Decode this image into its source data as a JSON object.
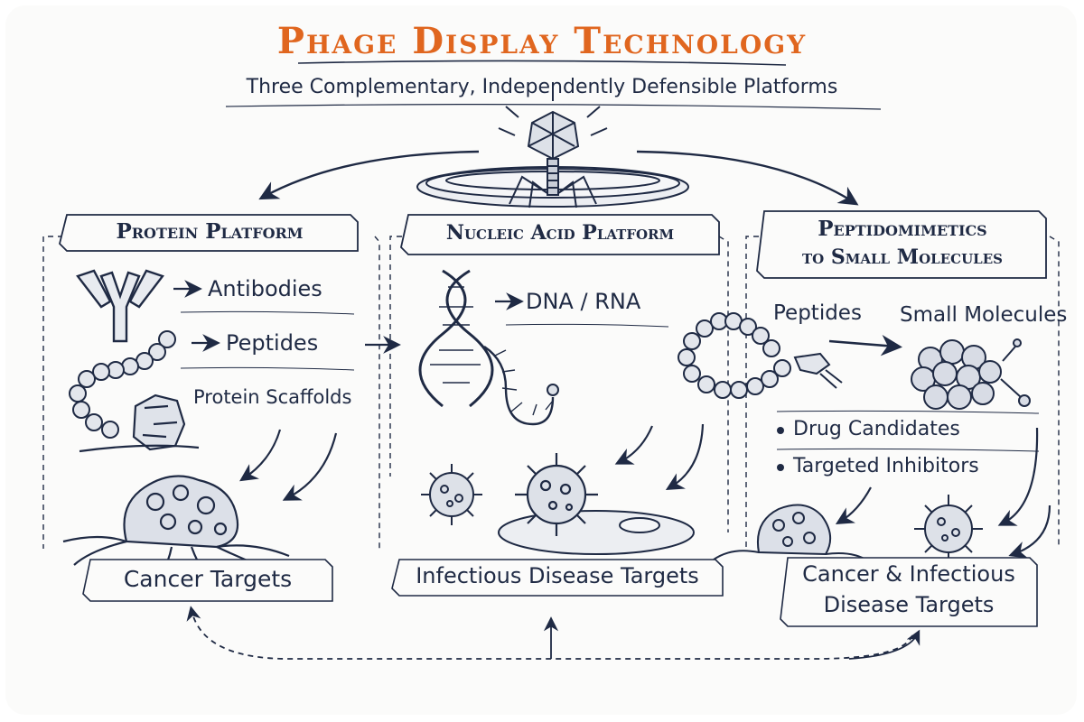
{
  "title": "Phage Display Technology",
  "subtitle": "Three Complementary, Independently Defensible Platforms",
  "platforms": [
    {
      "header": "Protein Platform",
      "items": [
        "Antibodies",
        "Peptides",
        "Protein Scaffolds"
      ],
      "target": "Cancer Targets"
    },
    {
      "header": "Nucleic Acid Platform",
      "items": [
        "DNA / RNA"
      ],
      "target": "Infectious Disease Targets"
    },
    {
      "header_line1": "Peptidomimetics",
      "header_line2": "to Small Molecules",
      "from_label": "Peptides",
      "to_label": "Small Molecules",
      "bullets": [
        "Drug Candidates",
        "Targeted Inhibitors"
      ],
      "target_line1": "Cancer & Infectious",
      "target_line2": "Disease Targets"
    }
  ],
  "colors": {
    "ink": "#1f2a44",
    "accent": "#e0661f",
    "paper": "#fbfbfa"
  }
}
